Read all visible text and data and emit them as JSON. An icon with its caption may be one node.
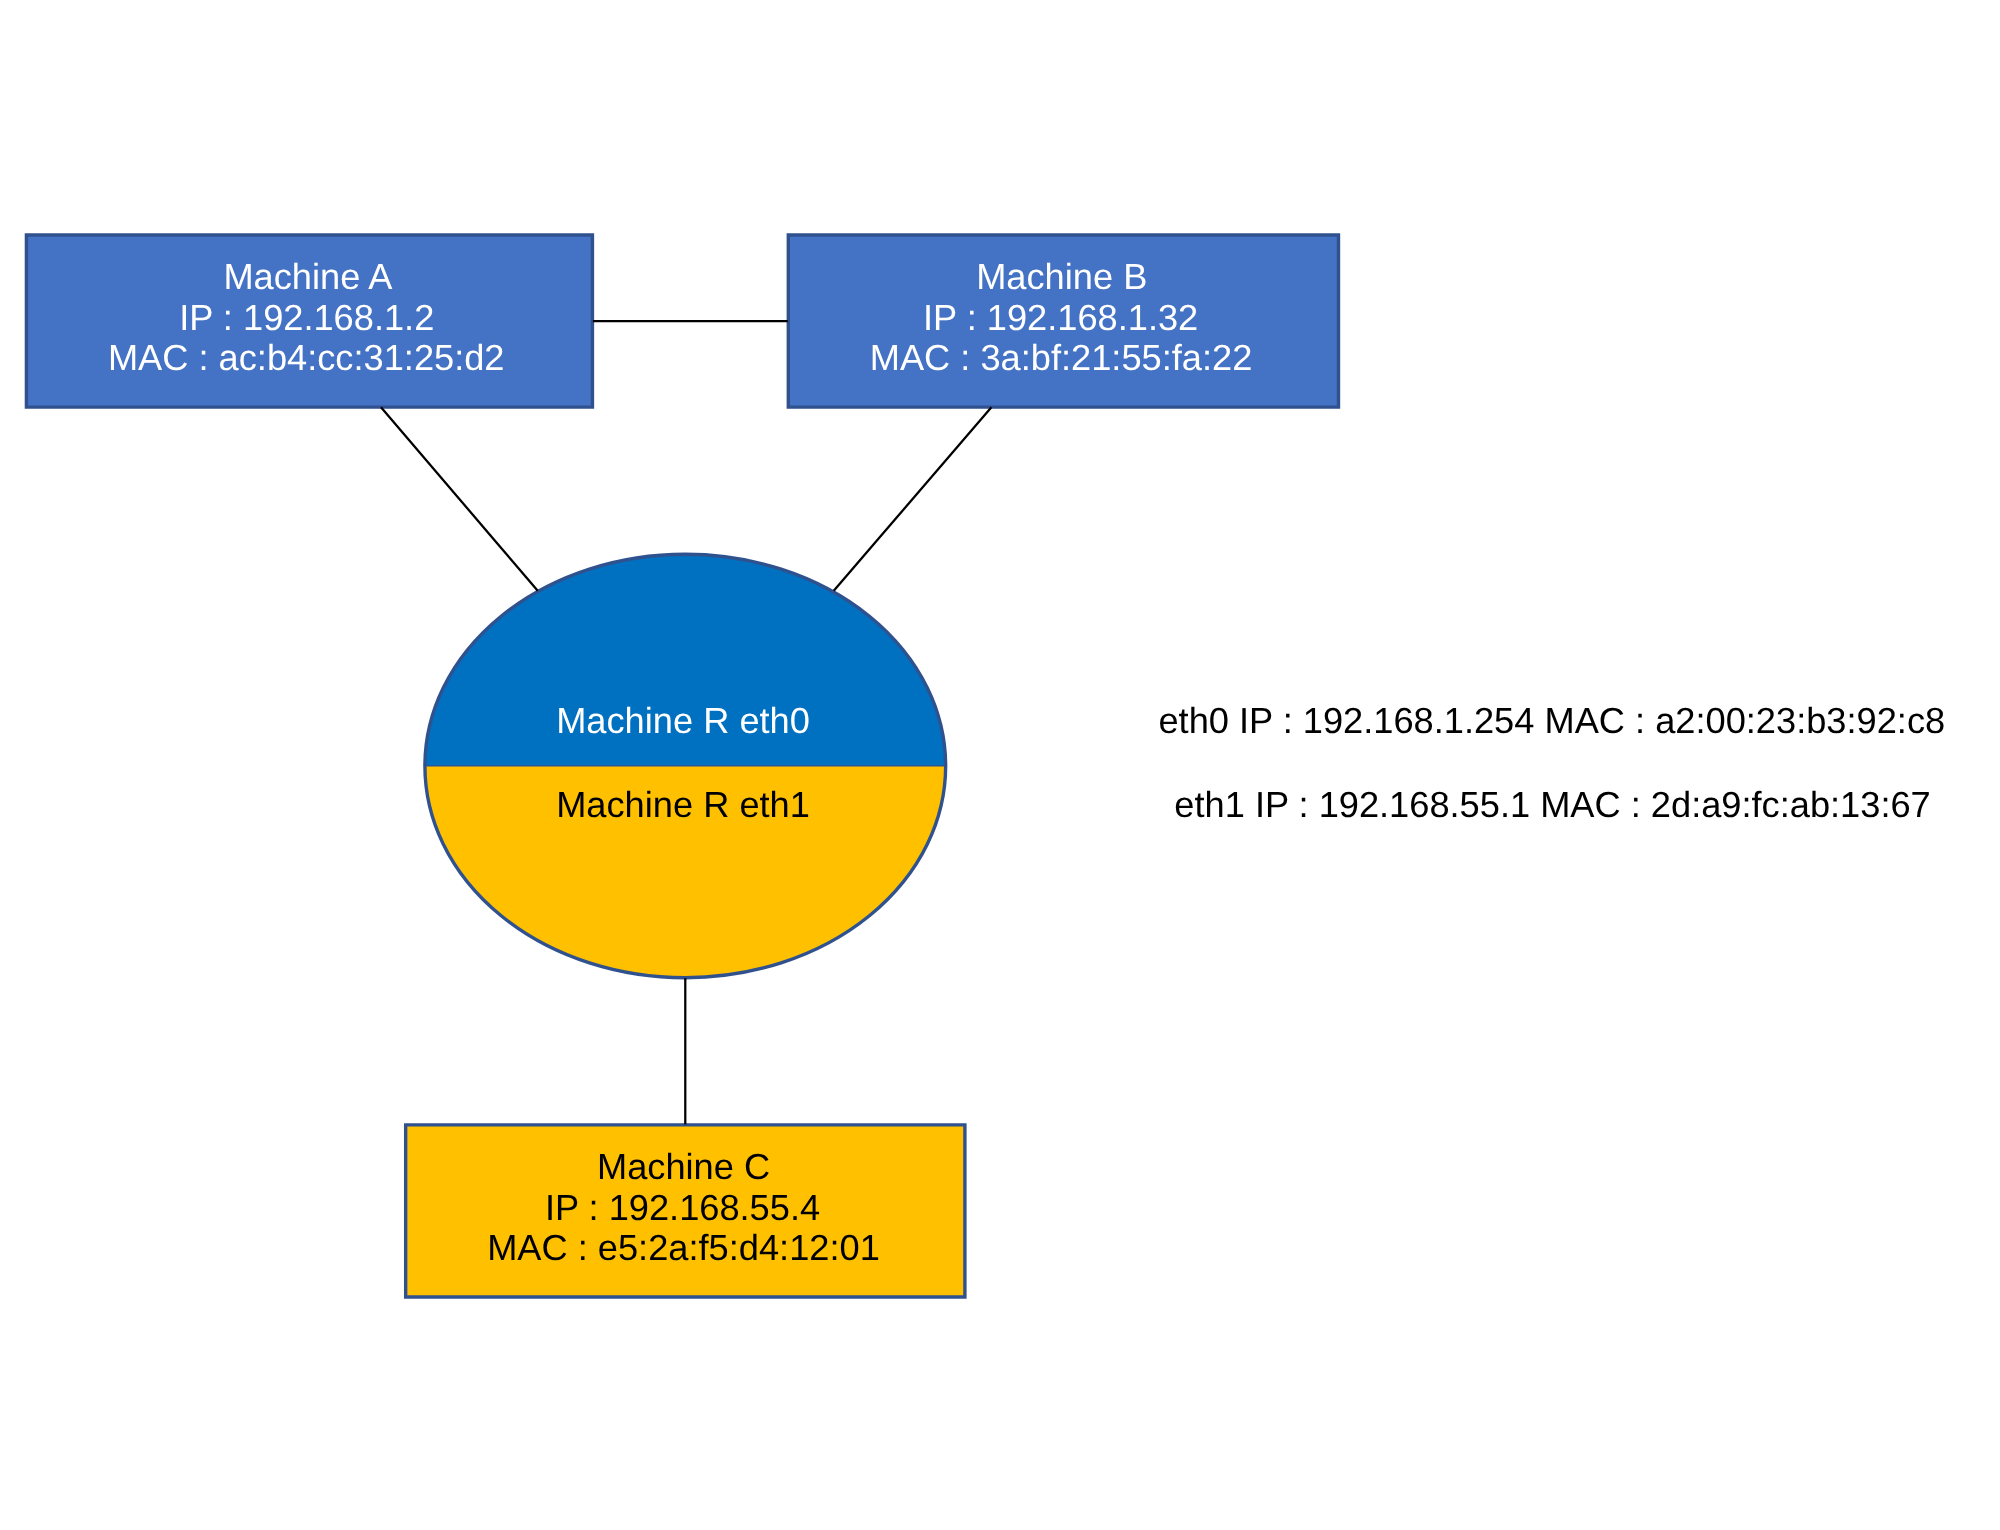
{
  "diagram": {
    "nodes": [
      {
        "text": [
          "Machine A",
          "IP : 192.168.1.2",
          "MAC : ac:b4:cc:31:25:d2"
        ]
      },
      {
        "text": [
          "Machine B",
          "IP : 192.168.1.32",
          "MAC : 3a:bf:21:55:fa:22"
        ]
      },
      {
        "text": [
          "Machine R eth0",
          "Machine R eth1"
        ],
        "beside": [
          "eth0 IP : 192.168.1.254 MAC : a2:00:23:b3:92:c8",
          "eth1 IP : 192.168.55.1 MAC : 2d:a9:fc:ab:13:67"
        ]
      },
      {
        "text": [
          "Machine C",
          "IP : 192.168.55.4",
          "MAC : e5:2a:f5:d4:12:01"
        ]
      }
    ],
    "edges": [
      {
        "from": 0,
        "to": 1,
        "arrow": "none"
      },
      {
        "from": 0,
        "to": 2,
        "arrow": "none"
      },
      {
        "from": 1,
        "to": 2,
        "arrow": "none"
      },
      {
        "from": 2,
        "to": 3,
        "arrow": "none"
      }
    ]
  }
}
